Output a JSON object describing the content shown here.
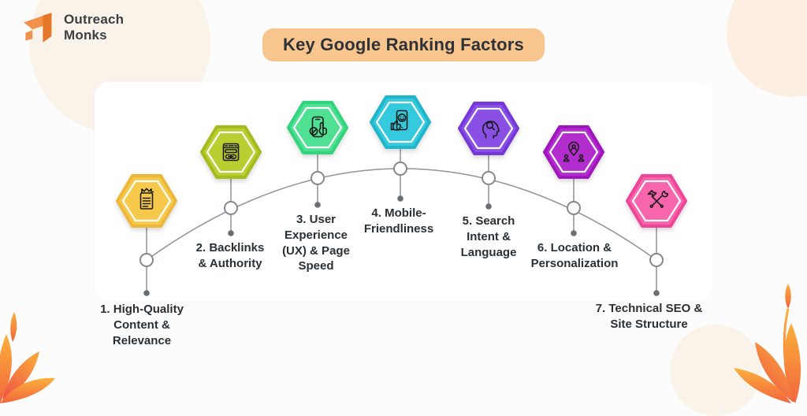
{
  "brand": {
    "line1": "Outreach",
    "line2": "Monks"
  },
  "title": "Key Google Ranking Factors",
  "factors": [
    {
      "label": "1. High-Quality\nContent &\nRelevance",
      "icon": "quality-content-icon",
      "color": "#F7C94B",
      "edge": "#EDB83A"
    },
    {
      "label": "2. Backlinks\n& Authority",
      "icon": "backlinks-icon",
      "color": "#B9CE30",
      "edge": "#A6BC1E"
    },
    {
      "label": "3. User\nExperience\n(UX) & Page\nSpeed",
      "icon": "ux-page-speed-icon",
      "color": "#50E094",
      "edge": "#32D47E"
    },
    {
      "label": "4. Mobile-\nFriendliness",
      "icon": "mobile-friendliness-icon",
      "color": "#35C9DD",
      "edge": "#1FB6CC"
    },
    {
      "label": "5. Search\nIntent &\nLanguage",
      "icon": "search-intent-icon",
      "color": "#8A50E5",
      "edge": "#7537D8"
    },
    {
      "label": "6. Location &\nPersonalization",
      "icon": "location-personalization-icon",
      "color": "#B32DCE",
      "edge": "#9F17BC"
    },
    {
      "label": "7. Technical SEO &\nSite Structure",
      "icon": "technical-seo-icon",
      "color": "#F765AC",
      "edge": "#EF4497"
    }
  ],
  "colors": {
    "title_pill_bg": "#F8C58E",
    "title_text": "#2F3237",
    "label_text": "#2B3034",
    "connector": "#8F9397",
    "brand_orange": "#EF7F2E"
  }
}
